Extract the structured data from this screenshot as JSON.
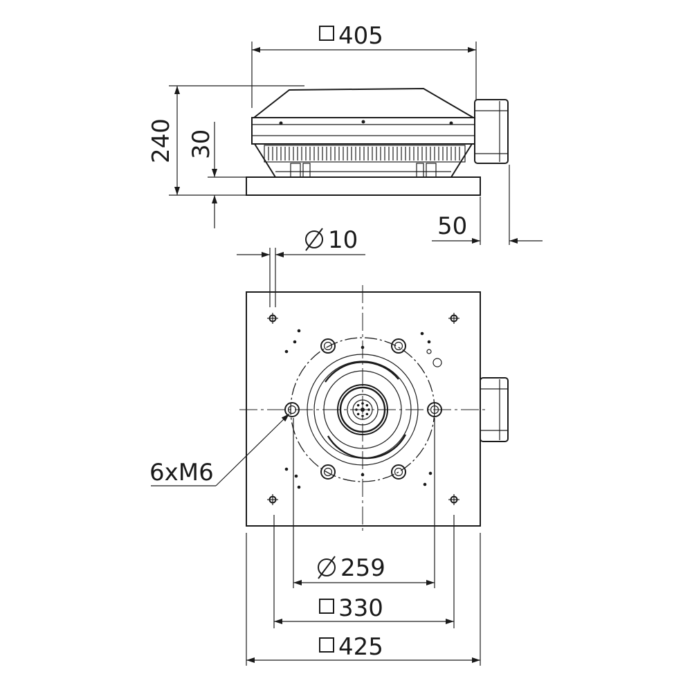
{
  "dimensions": {
    "width_square": "405",
    "total_height": "240",
    "base_height": "30",
    "box_offset": "50",
    "hole_diameter": "10",
    "thread_label": "6xM6",
    "circle_diameter": "259",
    "hole_square": "330",
    "base_square": "425"
  }
}
